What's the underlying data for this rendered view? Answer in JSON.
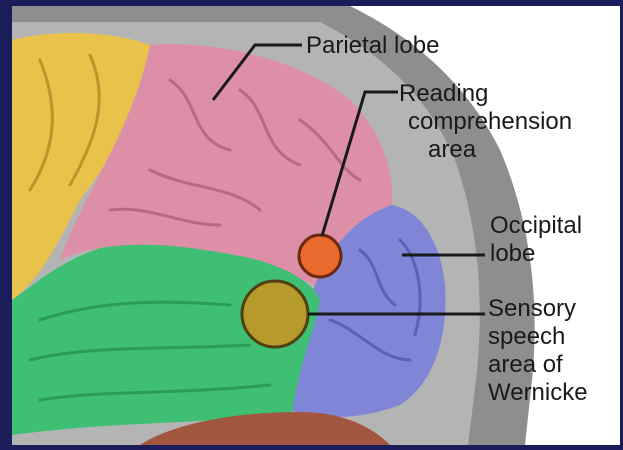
{
  "labels": {
    "parietal": "Parietal lobe",
    "reading": [
      "Reading",
      "comprehension",
      "area"
    ],
    "occipital": [
      "Occipital",
      "lobe"
    ],
    "wernicke": [
      "Sensory",
      "speech",
      "area of",
      "Wernicke"
    ]
  },
  "colors": {
    "frame": "#1b1d5a",
    "background": "#ffffff",
    "skull": "#8e8e8e",
    "frontal_lobe": "#e8c24a",
    "parietal_lobe": "#de8fa8",
    "temporal_lobe": "#3fbf73",
    "occipital_lobe": "#7f86d6",
    "cerebellum": "#a2553f",
    "reading_area": "#e9692f",
    "wernicke_area": "#b79a2c",
    "leader_line": "#1a1a1a"
  }
}
